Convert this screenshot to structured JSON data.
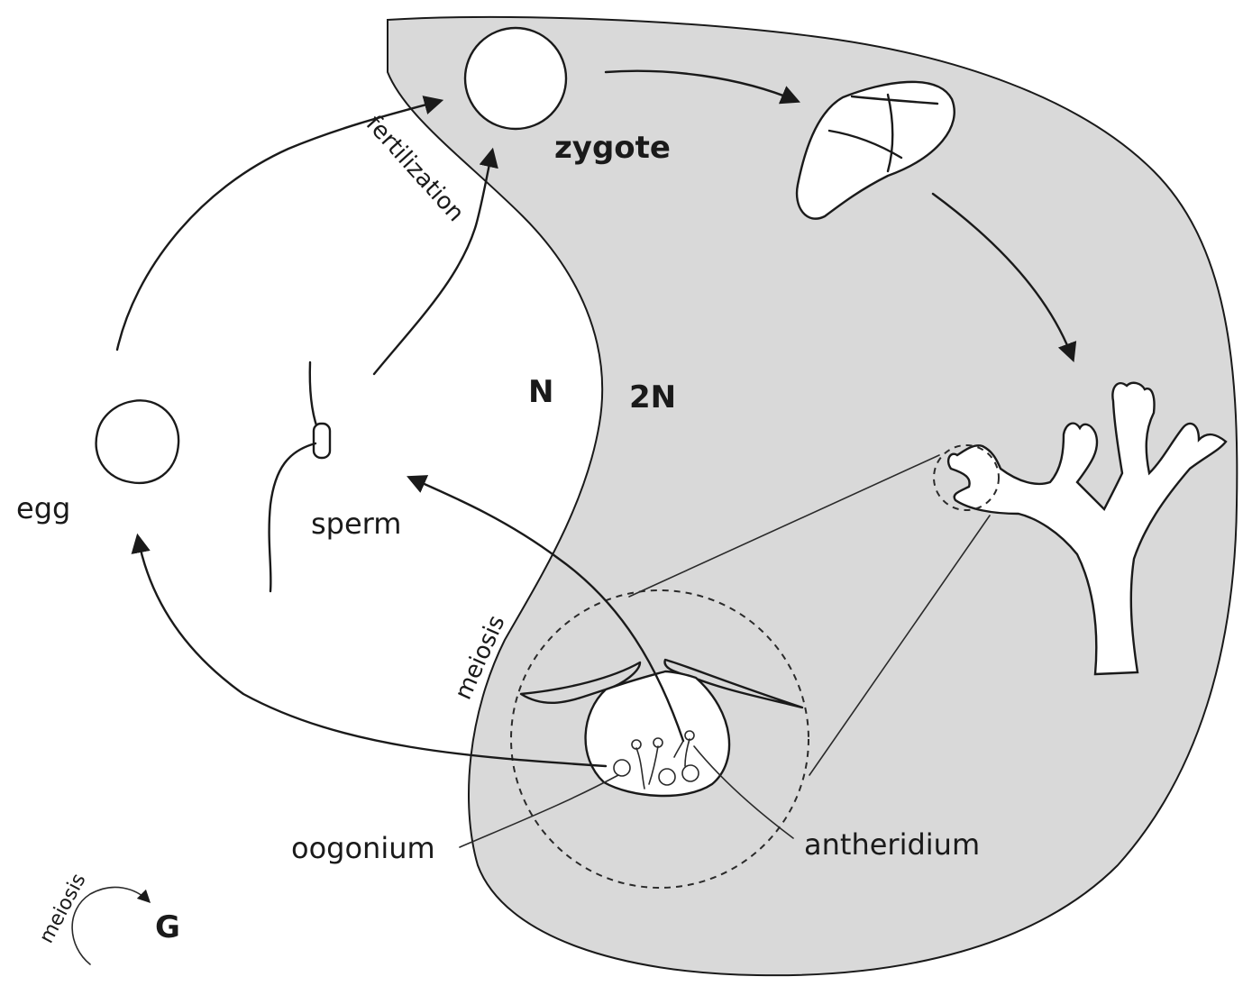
{
  "labels": {
    "zygote": "zygote",
    "fertilization": "fertilization",
    "haploid": "N",
    "diploid": "2N",
    "egg": "egg",
    "sperm": "sperm",
    "meiosis_path": "meiosis",
    "oogonium": "oogonium",
    "antheridium": "antheridium",
    "legend_meiosis": "meiosis",
    "legend_g": "G"
  },
  "colors": {
    "diploid_region": "#d9d9d9",
    "outline": "#1a1a1a",
    "background": "#ffffff"
  }
}
